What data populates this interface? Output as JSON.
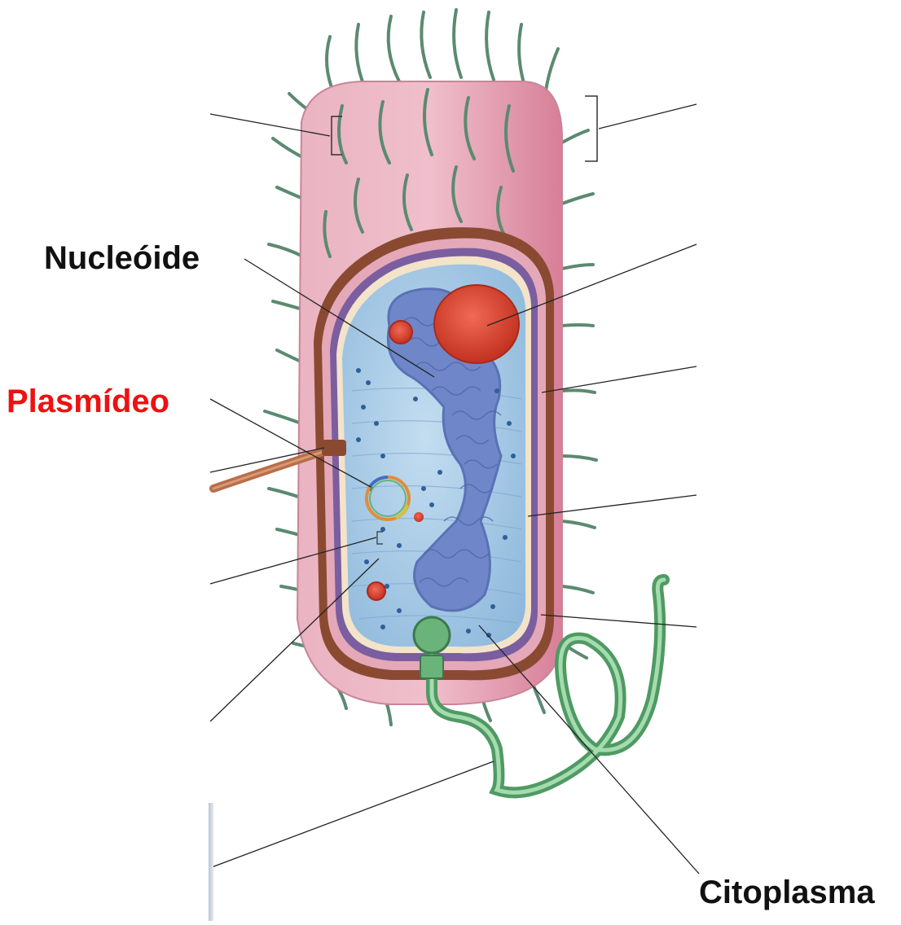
{
  "labels": {
    "nucleoid": "Nucleóide",
    "plasmid": "Plasmídeo",
    "cytoplasm": "Citoplasma"
  },
  "colors": {
    "nucleoid_label": "#111111",
    "plasmid_label": "#ee1111",
    "cytoplasm_label": "#111111",
    "capsule": "#e7a1b3",
    "cell_wall": "#8a4a32",
    "membrane": "#7b5ea0",
    "cytoplasm": "#a8cde6",
    "nucleoid": "#6f87c9",
    "inclusion": "#d9453a",
    "fimbriae": "#5b8a70",
    "flagellum": "#6ab37a",
    "pilus": "#b86e4a"
  }
}
